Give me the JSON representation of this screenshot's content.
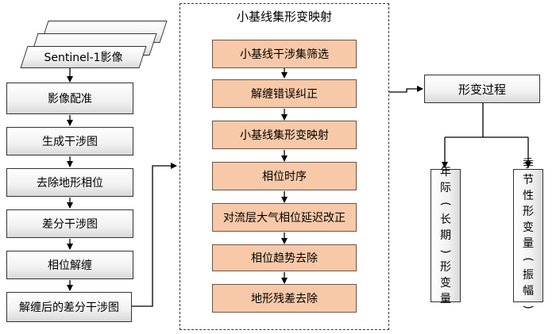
{
  "input": {
    "label": "Sentinel-1影像"
  },
  "left_steps": [
    "影像配准",
    "生成干涉图",
    "去除地形相位",
    "差分干涉图",
    "相位解缠",
    "解缠后的差分干涉图"
  ],
  "middle": {
    "title": "小基线集形变映射",
    "steps": [
      "小基线干涉集筛选",
      "解缠错误纠正",
      "小基线集形变映射",
      "相位时序",
      "对流层大气相位延迟改正",
      "相位趋势去除",
      "地形残差去除"
    ]
  },
  "right": {
    "process": "形变过程",
    "annual": "年际(长期)形变量",
    "seasonal": "季节性形变量(振幅)"
  }
}
